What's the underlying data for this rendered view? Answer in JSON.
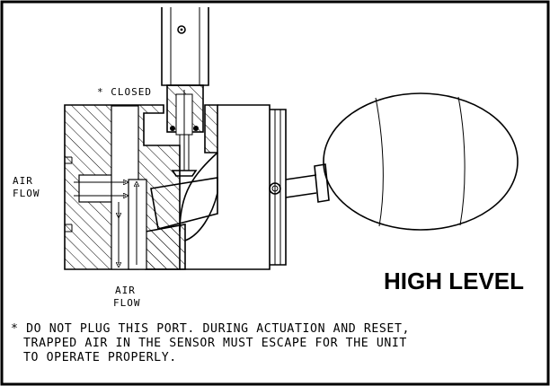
{
  "labels": {
    "closed": "* CLOSED",
    "air_flow_left_1": "AIR",
    "air_flow_left_2": "FLOW",
    "air_flow_bottom_1": "AIR",
    "air_flow_bottom_2": "FLOW"
  },
  "title": "HIGH LEVEL",
  "note": {
    "line1": "* DO NOT PLUG THIS PORT. DURING ACTUATION AND RESET,",
    "line2": "TRAPPED AIR IN THE SENSOR MUST ESCAPE FOR THE UNIT",
    "line3": "TO OPERATE PROPERLY."
  }
}
